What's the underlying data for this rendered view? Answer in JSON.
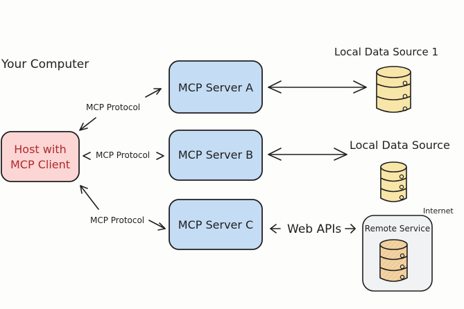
{
  "title_label": "Your Computer",
  "host": {
    "line1": "Host with",
    "line2": "MCP Client"
  },
  "servers": [
    {
      "label": "MCP Server A"
    },
    {
      "label": "MCP Server B"
    },
    {
      "label": "MCP Server C"
    }
  ],
  "protocol_labels": [
    "MCP Protocol",
    "MCP Protocol",
    "MCP Protocol"
  ],
  "data_sources": [
    {
      "label": "Local Data Source 1"
    },
    {
      "label": "Local Data Source"
    }
  ],
  "web_apis_label": "Web APIs",
  "remote": {
    "group_label": "Internet",
    "label": "Remote Service"
  },
  "colors": {
    "host_fill": "#fcd5d5",
    "host_text": "#b02a2a",
    "server_fill": "#c4dcf4",
    "db_fill": "#f8e6a8",
    "remote_db_fill": "#f3d3a3",
    "remote_box_fill": "#f1f2f3",
    "stroke": "#1e1e1e"
  }
}
